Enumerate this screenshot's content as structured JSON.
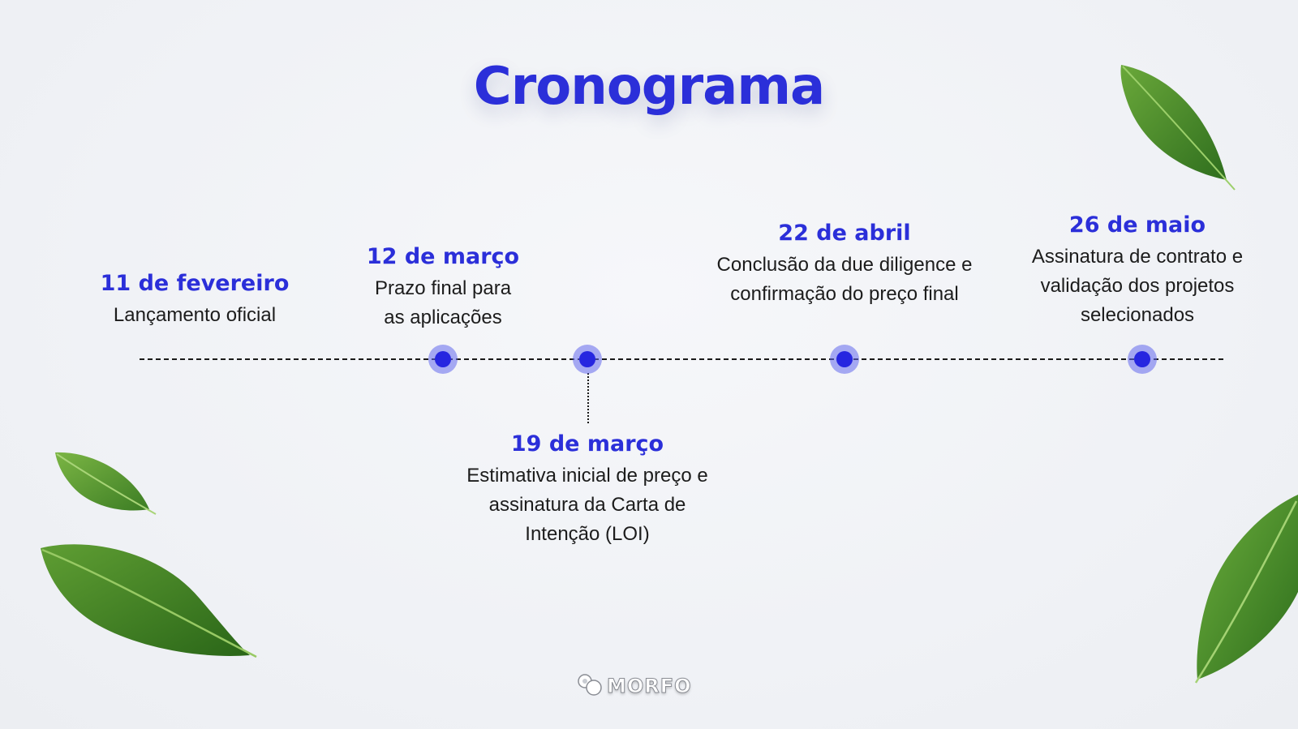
{
  "slide": {
    "title": "Cronograma",
    "accent_color": "#2b2fd9",
    "text_color": "#1c1c1c",
    "background_color": "#f1f3f7"
  },
  "timeline": {
    "events": [
      {
        "date": "11 de fevereiro",
        "lines": [
          "Lançamento oficial"
        ]
      },
      {
        "date": "12 de março",
        "lines": [
          "Prazo final para",
          "as aplicações"
        ]
      },
      {
        "date": "19 de março",
        "lines": [
          "Estimativa inicial de preço e",
          "assinatura da Carta de",
          "Intenção (LOI)"
        ]
      },
      {
        "date": "22 de abril",
        "lines": [
          "Conclusão da due diligence e",
          "confirmação do preço final"
        ]
      },
      {
        "date": "26 de maio",
        "lines": [
          "Assinatura de contrato e",
          "validação dos projetos",
          "selecionados"
        ]
      }
    ]
  },
  "decorations": {
    "leaves": [
      "leaf-icon",
      "leaf-icon",
      "leaf-icon",
      "leaf-icon"
    ]
  },
  "footer": {
    "logo_text": "MORFO",
    "logo_icon": "morfo-logo-icon"
  }
}
